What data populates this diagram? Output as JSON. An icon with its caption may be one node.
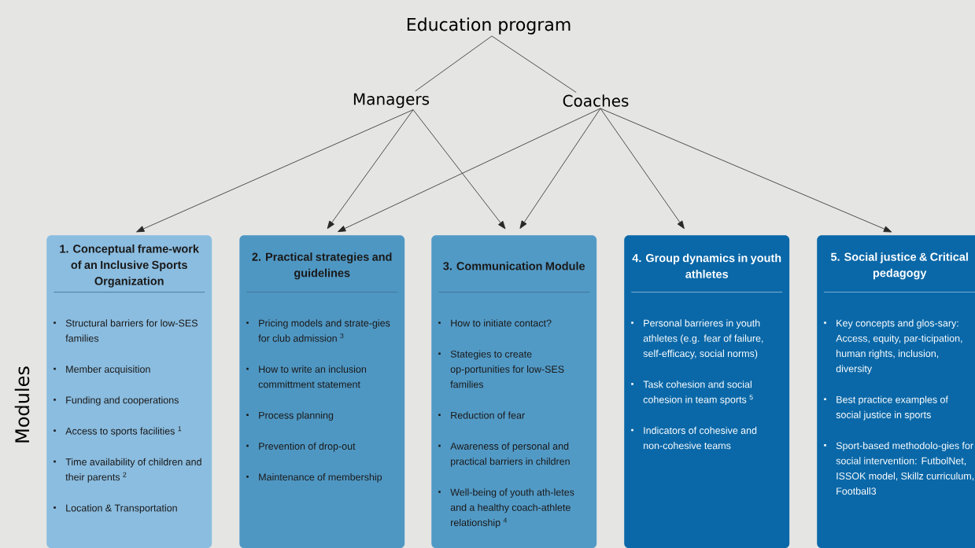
{
  "diagram": {
    "nodes": [
      {
        "text": [
          "Education program"
        ]
      },
      {
        "text": [
          "Managers"
        ]
      },
      {
        "text": [
          "Coaches"
        ]
      },
      {
        "text": [
          "1. Conceptual frame-work of an Inclusive Sports Organization",
          "Structural barriers for low-SES families",
          "Member acquisition",
          "Funding and cooperations",
          "Access to sports facilities $^{1}$",
          "Time availability of children and their parents $^{2}$",
          "Location & Transportation"
        ]
      },
      {
        "text": [
          "2. Practical strategies and guidelines",
          "Pricing models and strate-gies for club admission $^{3}$",
          "How to write an inclusion committment statement",
          "Process planning",
          "Prevention of drop-out",
          "Maintenance of membership"
        ]
      },
      {
        "text": [
          "3. Communication Module",
          "How to initiate contact?",
          "Stategies to create op-portunities for low-SES families",
          "Reduction of fear",
          "Awareness of personal and practical barriers in children",
          "Well-being of youth ath-letes and a healthy coach-athlete relationship $^{4}$"
        ]
      },
      {
        "text": [
          "4. Group dynamics in youth athletes",
          "Personal barrieres in youth athletes (e.g. fear of failure, self-efficacy, social norms)",
          "Task cohesion and social cohesion in team sports $^{5}$",
          "Indicators of cohesive and non-cohesive teams"
        ]
      },
      {
        "text": [
          "5. Social justice & Critical pedagogy",
          "Key concepts and glos-sary: Access, equity, par-ticipation, human rights, inclusion, diversity",
          "Best practice examples of social justice in sports",
          "Sport-based methodolo-gies for social intervention: FutbolNet, ISSOK model, Skillz curriculum, Football3"
        ]
      }
    ],
    "edges": [
      {
        "from": 0,
        "to": 1,
        "arrow": "none"
      },
      {
        "from": 0,
        "to": 2,
        "arrow": "none"
      },
      {
        "from": 1,
        "to": 3,
        "arrow": "to"
      },
      {
        "from": 1,
        "to": 4,
        "arrow": "to"
      },
      {
        "from": 1,
        "to": 5,
        "arrow": "to"
      },
      {
        "from": 2,
        "to": 4,
        "arrow": "to"
      },
      {
        "from": 2,
        "to": 5,
        "arrow": "to"
      },
      {
        "from": 2,
        "to": 6,
        "arrow": "to"
      },
      {
        "from": 2,
        "to": 7,
        "arrow": "to"
      }
    ],
    "labels": [
      "Modules"
    ]
  }
}
